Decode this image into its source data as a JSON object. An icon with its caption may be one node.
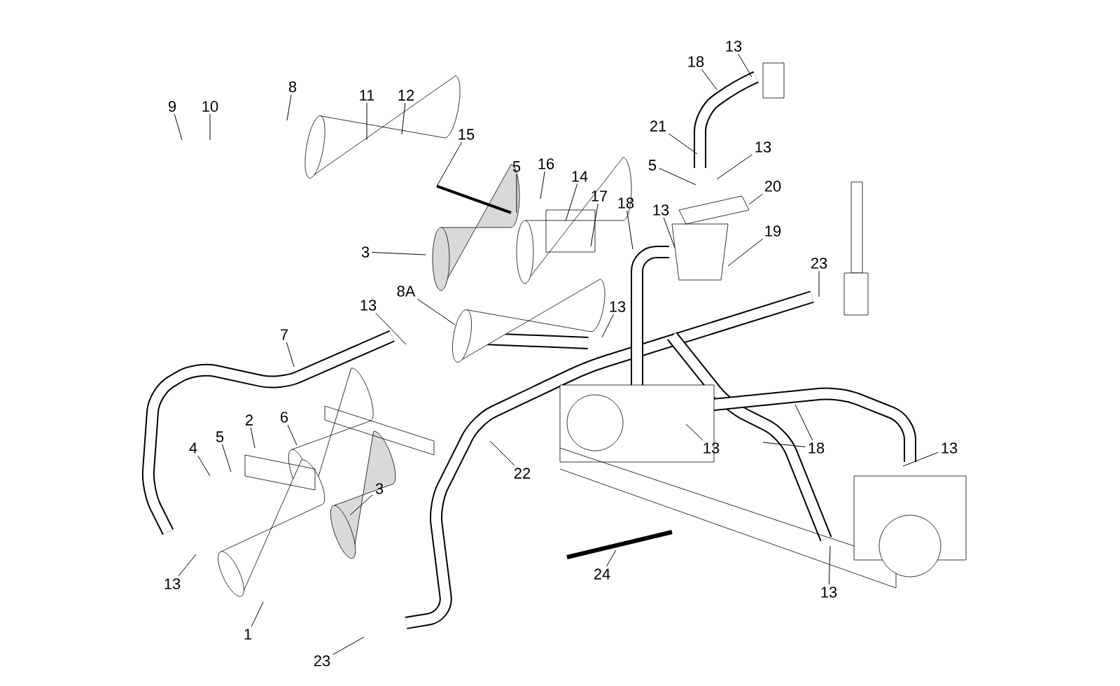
{
  "diagram": {
    "nodes": [
      {
        "text": [
          "9"
        ]
      },
      {
        "text": [
          "10"
        ]
      },
      {
        "text": [
          "8"
        ]
      },
      {
        "text": [
          "11"
        ]
      },
      {
        "text": [
          "12"
        ]
      },
      {
        "text": [
          "15"
        ]
      },
      {
        "text": [
          "5"
        ]
      },
      {
        "text": [
          "16"
        ]
      },
      {
        "text": [
          "14"
        ]
      },
      {
        "text": [
          "17"
        ]
      },
      {
        "text": [
          "3"
        ]
      },
      {
        "text": [
          "8A"
        ]
      },
      {
        "text": [
          "13"
        ]
      },
      {
        "text": [
          "13"
        ]
      },
      {
        "text": [
          "7"
        ]
      },
      {
        "text": [
          "18"
        ]
      },
      {
        "text": [
          "13"
        ]
      },
      {
        "text": [
          "18"
        ]
      },
      {
        "text": [
          "13"
        ]
      },
      {
        "text": [
          "21"
        ]
      },
      {
        "text": [
          "5"
        ]
      },
      {
        "text": [
          "13"
        ]
      },
      {
        "text": [
          "20"
        ]
      },
      {
        "text": [
          "19"
        ]
      },
      {
        "text": [
          "23"
        ]
      },
      {
        "text": [
          "2"
        ]
      },
      {
        "text": [
          "6"
        ]
      },
      {
        "text": [
          "4"
        ]
      },
      {
        "text": [
          "5"
        ]
      },
      {
        "text": [
          "3"
        ]
      },
      {
        "text": [
          "22"
        ]
      },
      {
        "text": [
          "13"
        ]
      },
      {
        "text": [
          "18"
        ]
      },
      {
        "text": [
          "13"
        ]
      },
      {
        "text": [
          "13"
        ]
      },
      {
        "text": [
          "1"
        ]
      },
      {
        "text": [
          "23"
        ]
      },
      {
        "text": [
          "24"
        ]
      },
      {
        "text": [
          "13"
        ]
      }
    ],
    "edges": [
      {
        "from": 0,
        "to": null,
        "arrow": "none"
      },
      {
        "from": 1,
        "to": null,
        "arrow": "none"
      },
      {
        "from": 2,
        "to": null,
        "arrow": "none"
      },
      {
        "from": 3,
        "to": null,
        "arrow": "none"
      },
      {
        "from": 4,
        "to": null,
        "arrow": "none"
      },
      {
        "from": 5,
        "to": null,
        "arrow": "none"
      },
      {
        "from": 6,
        "to": null,
        "arrow": "none"
      },
      {
        "from": 7,
        "to": null,
        "arrow": "none"
      },
      {
        "from": 8,
        "to": null,
        "arrow": "none"
      },
      {
        "from": 9,
        "to": null,
        "arrow": "none"
      },
      {
        "from": 10,
        "to": null,
        "arrow": "none"
      },
      {
        "from": 11,
        "to": null,
        "arrow": "none"
      },
      {
        "from": 12,
        "to": null,
        "arrow": "none"
      },
      {
        "from": 13,
        "to": null,
        "arrow": "none"
      },
      {
        "from": 14,
        "to": null,
        "arrow": "none"
      },
      {
        "from": 15,
        "to": null,
        "arrow": "none"
      },
      {
        "from": 16,
        "to": null,
        "arrow": "none"
      },
      {
        "from": 17,
        "to": null,
        "arrow": "none"
      },
      {
        "from": 18,
        "to": null,
        "arrow": "none"
      },
      {
        "from": 19,
        "to": null,
        "arrow": "none"
      },
      {
        "from": 20,
        "to": null,
        "arrow": "none"
      },
      {
        "from": 21,
        "to": null,
        "arrow": "none"
      },
      {
        "from": 22,
        "to": null,
        "arrow": "none"
      },
      {
        "from": 23,
        "to": null,
        "arrow": "none"
      },
      {
        "from": 24,
        "to": null,
        "arrow": "none"
      },
      {
        "from": 25,
        "to": null,
        "arrow": "none"
      },
      {
        "from": 26,
        "to": null,
        "arrow": "none"
      },
      {
        "from": 27,
        "to": null,
        "arrow": "none"
      },
      {
        "from": 28,
        "to": null,
        "arrow": "none"
      },
      {
        "from": 29,
        "to": null,
        "arrow": "none"
      },
      {
        "from": 30,
        "to": null,
        "arrow": "none"
      },
      {
        "from": 31,
        "to": null,
        "arrow": "none"
      },
      {
        "from": 32,
        "to": null,
        "arrow": "none"
      },
      {
        "from": 32,
        "to": null,
        "arrow": "none"
      },
      {
        "from": 33,
        "to": null,
        "arrow": "none"
      },
      {
        "from": 34,
        "to": null,
        "arrow": "none"
      },
      {
        "from": 35,
        "to": null,
        "arrow": "none"
      },
      {
        "from": 36,
        "to": null,
        "arrow": "none"
      },
      {
        "from": 37,
        "to": null,
        "arrow": "none"
      },
      {
        "from": 38,
        "to": null,
        "arrow": "none"
      }
    ]
  }
}
